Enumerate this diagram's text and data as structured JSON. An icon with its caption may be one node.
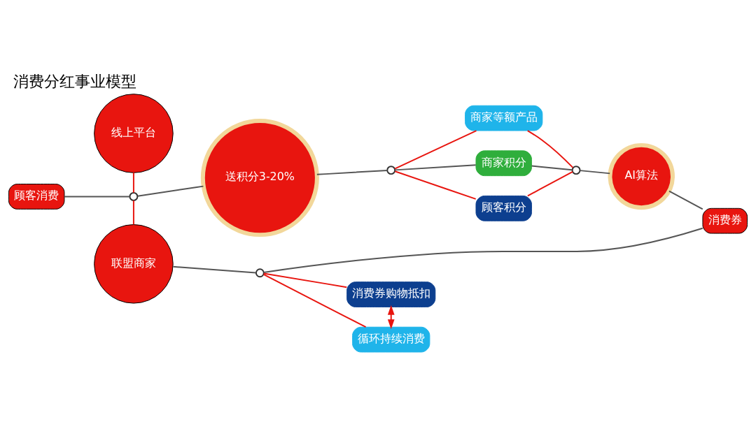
{
  "diagram": {
    "title": "消费分红事业模型",
    "nodes": [
      {
        "text": [
          "顾客消费"
        ]
      },
      {
        "text": [
          "线上平台"
        ]
      },
      {
        "text": [
          "联盟商家"
        ]
      },
      {
        "text": [],
        "shape": "circle"
      },
      {
        "text": [
          "送积分3-20%"
        ]
      },
      {
        "text": [],
        "shape": "circle"
      },
      {
        "text": [
          "商家等额产品"
        ]
      },
      {
        "text": [
          "商家积分"
        ]
      },
      {
        "text": [
          "顾客积分"
        ]
      },
      {
        "text": [],
        "shape": "circle"
      },
      {
        "text": [
          "AI算法"
        ]
      },
      {
        "text": [
          "消费券"
        ]
      },
      {
        "text": [],
        "shape": "circle"
      },
      {
        "text": [
          "消费券购物抵扣"
        ]
      },
      {
        "text": [
          "循环持续消费"
        ]
      }
    ],
    "edges": [
      {
        "from": 0,
        "to": 3,
        "arrow": "none",
        "color": "#555555"
      },
      {
        "from": 1,
        "to": 3,
        "arrow": "none",
        "color": "#e8150f"
      },
      {
        "from": 3,
        "to": 2,
        "arrow": "none",
        "color": "#e8150f"
      },
      {
        "from": 3,
        "to": 4,
        "arrow": "none",
        "color": "#555555"
      },
      {
        "from": 4,
        "to": 5,
        "arrow": "none",
        "color": "#555555"
      },
      {
        "from": 5,
        "to": 6,
        "arrow": "none",
        "color": "#e8150f"
      },
      {
        "from": 5,
        "to": 7,
        "arrow": "none",
        "color": "#555555"
      },
      {
        "from": 5,
        "to": 8,
        "arrow": "none",
        "color": "#e8150f"
      },
      {
        "from": 6,
        "to": 9,
        "arrow": "none",
        "color": "#e8150f"
      },
      {
        "from": 7,
        "to": 9,
        "arrow": "none",
        "color": "#555555"
      },
      {
        "from": 8,
        "to": 9,
        "arrow": "none",
        "color": "#e8150f"
      },
      {
        "from": 9,
        "to": 10,
        "arrow": "none",
        "color": "#555555"
      },
      {
        "from": 10,
        "to": 11,
        "arrow": "none",
        "color": "#555555"
      },
      {
        "from": 2,
        "to": 12,
        "arrow": "none",
        "color": "#555555"
      },
      {
        "from": 12,
        "to": 11,
        "arrow": "none",
        "color": "#555555"
      },
      {
        "from": 12,
        "to": 13,
        "arrow": "none",
        "color": "#e8150f"
      },
      {
        "from": 12,
        "to": 14,
        "arrow": "none",
        "color": "#e8150f"
      },
      {
        "from": 13,
        "to": 14,
        "arrow": "both",
        "color": "#e8150f"
      }
    ]
  }
}
